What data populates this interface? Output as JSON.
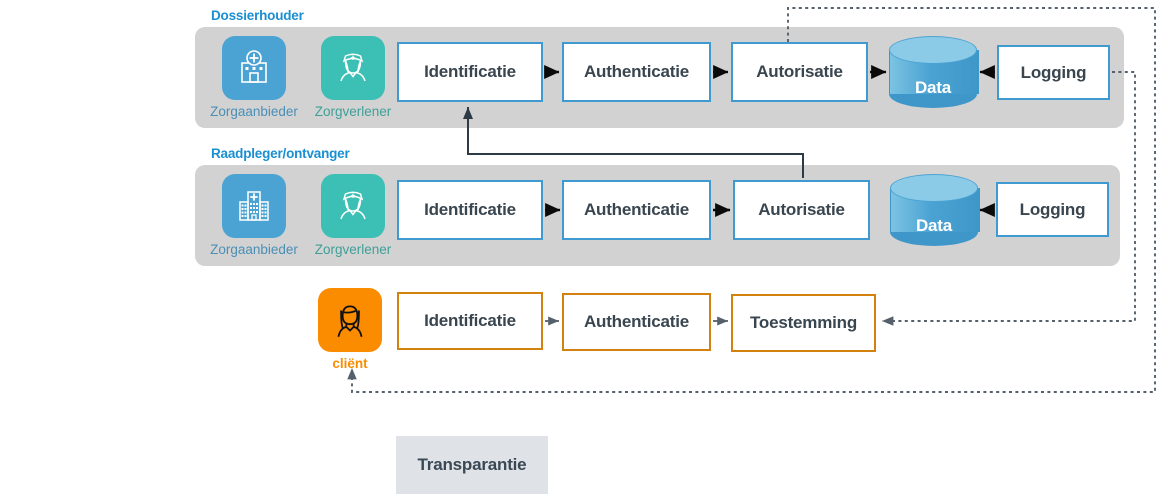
{
  "diagram": {
    "title_hidden": "",
    "colors": {
      "lane_fill": "#d2d2d2",
      "lane_title": "#1a8fd1",
      "box_border_blue": "#3f9ad1",
      "box_border_orange": "#d4820f",
      "text_dark": "#39454f",
      "tile_blue": "#4ba3d3",
      "tile_teal": "#3cbfb4",
      "tile_orange": "#fb8c00",
      "data_cylinder": "#4ba3d3",
      "connector_solid": "#0a0a0a",
      "connector_dotted": "#55606b",
      "transparantie_fill": "#dfe3e8"
    },
    "lanes": [
      {
        "id": "dossierhouder",
        "label": "Dossierhouder",
        "actors": [
          {
            "icon": "hospital-icon",
            "label": "Zorgaanbieder",
            "tile_color": "blue"
          },
          {
            "icon": "nurse-icon",
            "label": "Zorgverlener",
            "tile_color": "teal"
          }
        ],
        "steps": [
          {
            "label": "Identificatie"
          },
          {
            "label": "Authenticatie"
          },
          {
            "label": "Autorisatie"
          }
        ],
        "data_store": {
          "label": "Data"
        },
        "logging": {
          "label": "Logging"
        }
      },
      {
        "id": "raadpleger-ontvanger",
        "label": "Raadpleger/ontvanger",
        "actors": [
          {
            "icon": "hospital-tall-icon",
            "label": "Zorgaanbieder",
            "tile_color": "blue"
          },
          {
            "icon": "nurse-icon",
            "label": "Zorgverlener",
            "tile_color": "teal"
          }
        ],
        "steps": [
          {
            "label": "Identificatie"
          },
          {
            "label": "Authenticatie"
          },
          {
            "label": "Autorisatie"
          }
        ],
        "data_store": {
          "label": "Data"
        },
        "logging": {
          "label": "Logging"
        }
      },
      {
        "id": "client",
        "label": "",
        "actors": [
          {
            "icon": "person-icon",
            "label": "cliënt",
            "tile_color": "orange"
          }
        ],
        "steps": [
          {
            "label": "Identificatie"
          },
          {
            "label": "Authenticatie"
          },
          {
            "label": "Toestemming"
          }
        ]
      }
    ],
    "footer": {
      "transparantie": "Transparantie"
    }
  }
}
